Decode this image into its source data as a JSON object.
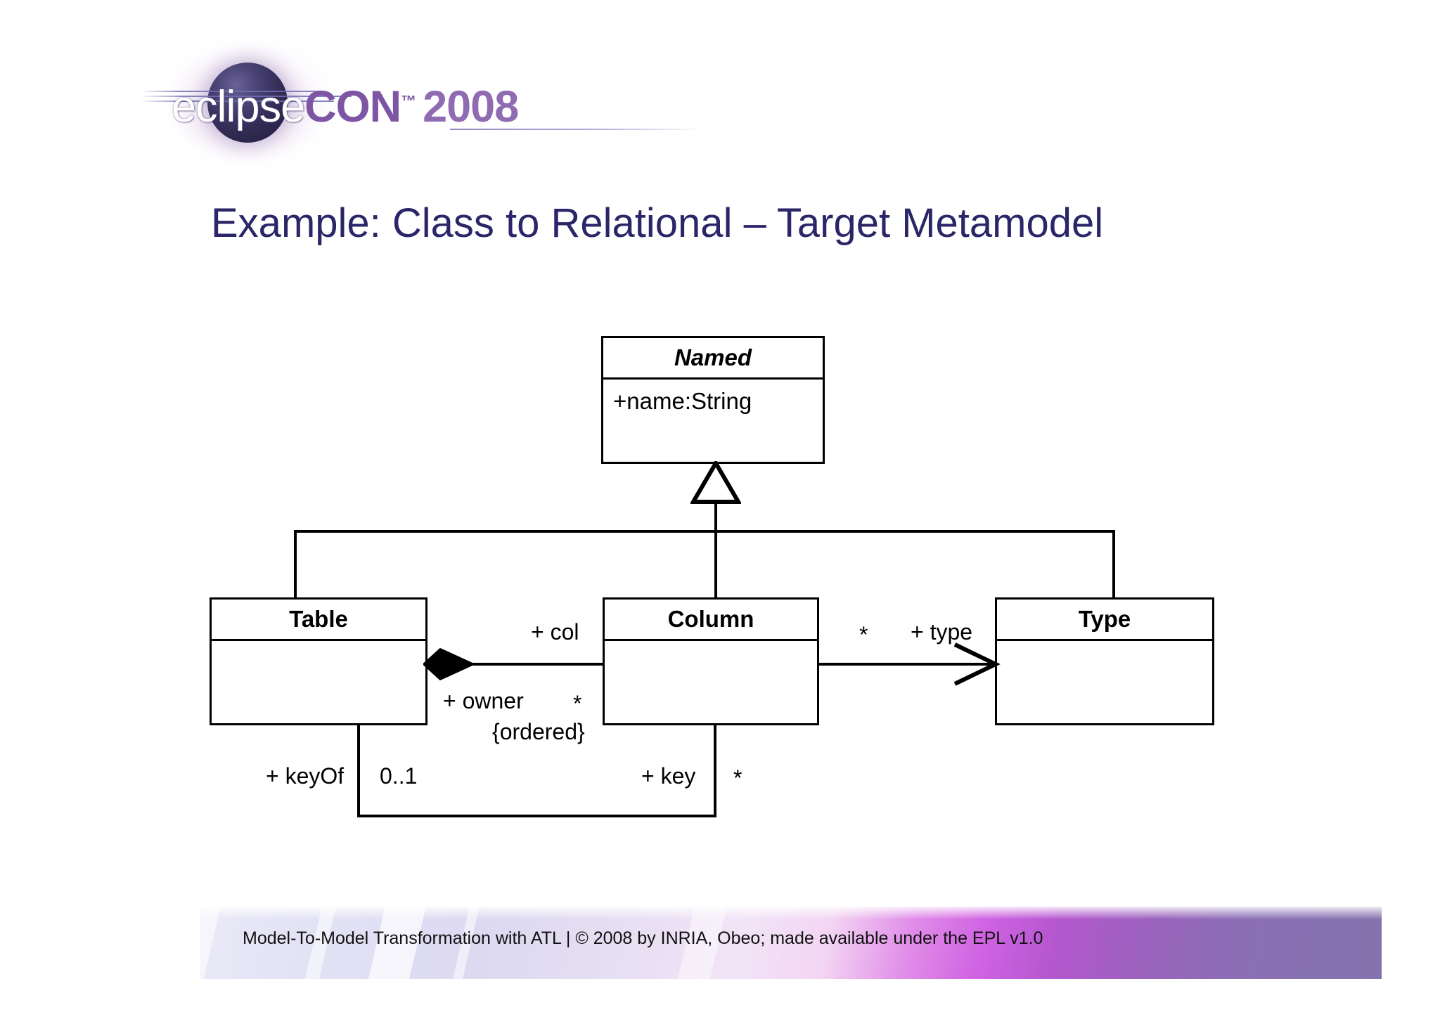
{
  "branding": {
    "logo_eclipse": "eclipse",
    "logo_con": "CON",
    "logo_tm": "™",
    "logo_year": "2008",
    "logo_alt": "eclipseCON 2008"
  },
  "slide": {
    "title": "Example: Class to Relational – Target Metamodel"
  },
  "diagram": {
    "type": "uml-class-diagram",
    "classes": [
      {
        "id": "named",
        "name": "Named",
        "abstract": true,
        "attributes": [
          "+name:String"
        ]
      },
      {
        "id": "table",
        "name": "Table",
        "abstract": false,
        "attributes": []
      },
      {
        "id": "column",
        "name": "Column",
        "abstract": false,
        "attributes": []
      },
      {
        "id": "type",
        "name": "Type",
        "abstract": false,
        "attributes": []
      }
    ],
    "generalizations": [
      {
        "from": "table",
        "to": "named"
      },
      {
        "from": "column",
        "to": "named"
      },
      {
        "from": "type",
        "to": "named"
      }
    ],
    "associations": [
      {
        "id": "table-column",
        "kind": "composition",
        "source": "table",
        "target": "column",
        "source_role": "+ owner",
        "source_multiplicity": "*",
        "target_role": "+ col",
        "constraint": "{ordered}"
      },
      {
        "id": "column-type",
        "kind": "directed-association",
        "source": "column",
        "target": "type",
        "source_multiplicity": "*",
        "target_role": "+ type"
      },
      {
        "id": "table-key",
        "kind": "association",
        "source": "table",
        "target": "column",
        "source_role": "+ keyOf",
        "source_multiplicity": "0..1",
        "target_role": "+ key",
        "target_multiplicity": "*"
      }
    ],
    "labels": {
      "col": "+ col",
      "owner": "+ owner",
      "owner_mult": "*",
      "ordered": "{ordered}",
      "column_type_mult": "*",
      "type": "+ type",
      "keyOf": "+ keyOf",
      "keyOf_mult": "0..1",
      "key": "+ key",
      "key_mult": "*"
    }
  },
  "footer": {
    "text": "Model-To-Model Transformation with ATL  |  © 2008 by INRIA, Obeo; made available under the EPL v1.0"
  },
  "colors": {
    "title": "#2b2668",
    "logo_purple": "#7d55a4",
    "stroke": "#000000",
    "background": "#ffffff",
    "footer_magenta": "#d063e2",
    "footer_lavender": "#e9e9f7",
    "footer_violet": "#8573ae"
  }
}
